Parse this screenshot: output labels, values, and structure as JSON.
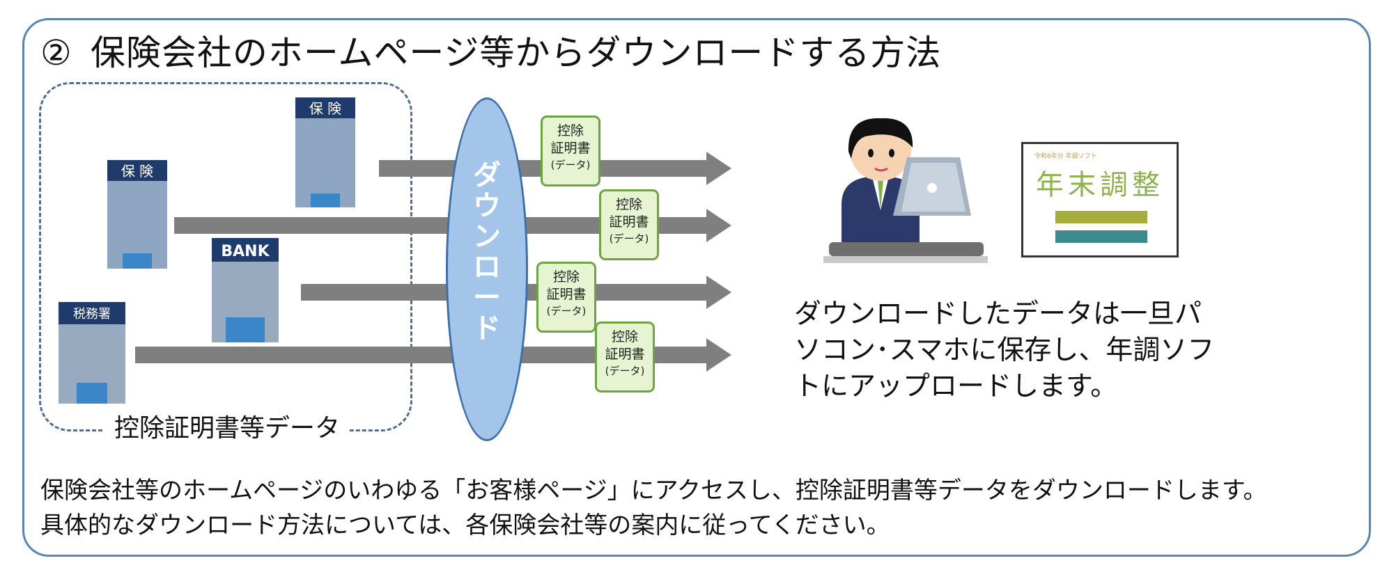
{
  "title": {
    "number": "②",
    "text": "保険会社のホームページ等からダウンロードする方法"
  },
  "group_label": "控除証明書等データ",
  "ellipse_label": "ダウンロード",
  "buildings": [
    {
      "sign": "保 険"
    },
    {
      "sign": "保 険"
    },
    {
      "sign": "BANK"
    },
    {
      "sign": "税務署"
    }
  ],
  "certificate": {
    "line1": "控除",
    "line2": "証明書",
    "line3": "(データ)"
  },
  "caption_lines": [
    "ダウンロードしたデータは一旦パ",
    "ソコン･スマホに保存し、年調ソフ",
    "トにアップロードします。"
  ],
  "software": {
    "title": "年末調整",
    "small_text": "令和6年分 年調ソフト"
  },
  "bottom_lines": [
    "保険会社等のホームページのいわゆる「お客様ページ」にアクセスし、控除証明書等データをダウンロードします。",
    "具体的なダウンロード方法については、各保険会社等の案内に従ってください。"
  ],
  "colors": {
    "frame": "#5a84b0",
    "arrow": "#7f7f7f",
    "ellipse": "#a3c5ea",
    "cert_fill": "#e7f4d2",
    "cert_border": "#6ea341"
  }
}
